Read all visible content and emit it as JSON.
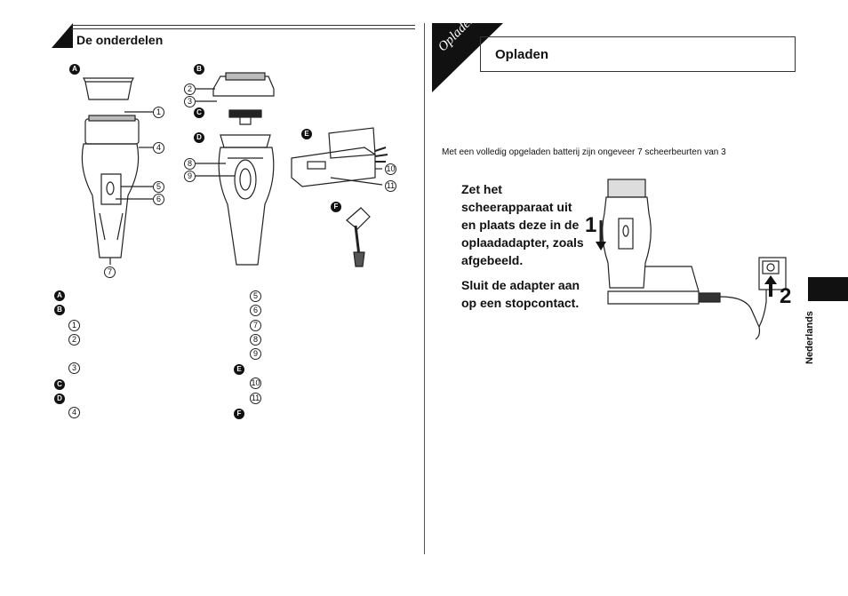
{
  "left_section": {
    "title": "De onderdelen",
    "badges": {
      "a": "A",
      "b": "B",
      "c": "C",
      "d": "D",
      "e": "E",
      "f": "F"
    },
    "numbers": {
      "n1": "1",
      "n2": "2",
      "n3": "3",
      "n4": "4",
      "n5": "5",
      "n6": "6",
      "n7": "7",
      "n8": "8",
      "n9": "9",
      "n10": "10",
      "n11": "11"
    }
  },
  "right_section": {
    "corner_tab": "Opladen",
    "title": "Opladen",
    "intro": "Met een volledig opgeladen batterij zijn ongeveer 7 scheerbeurten van 3",
    "instruction_1": "Zet het scheerapparaat uit en plaats deze in de oplaadadapter, zoals afgebeeld.",
    "instruction_2": "Sluit de adapter aan op een stopcontact.",
    "step_1": "1",
    "step_2": "2"
  },
  "side_tab": {
    "label": "Nederlands"
  }
}
